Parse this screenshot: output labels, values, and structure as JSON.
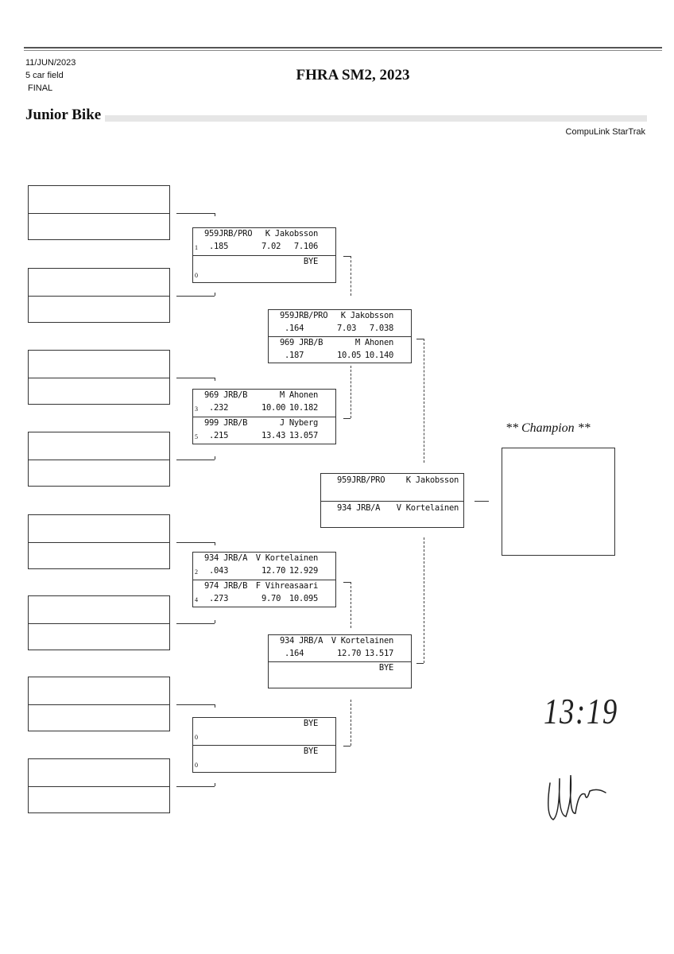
{
  "header": {
    "date": "11/JUN/2023",
    "field": "5 car field",
    "round": "FINAL",
    "event_title": "FHRA SM2, 2023",
    "class_name": "Junior Bike",
    "software": "CompuLink StarTrak"
  },
  "round2": [
    {
      "top": {
        "code": "959JRB/PRO",
        "name": "K Jakobsson",
        "seed": "1",
        "rt": ".185",
        "et": "7.02",
        "speed": "7.106"
      },
      "bottom": {
        "code": "",
        "name": "BYE",
        "seed": "0",
        "rt": "",
        "et": "",
        "speed": ""
      }
    },
    {
      "top": {
        "code": "969 JRB/B",
        "name": "M Ahonen",
        "seed": "3",
        "rt": ".232",
        "et": "10.00",
        "speed": "10.182"
      },
      "bottom": {
        "code": "999 JRB/B",
        "name": "J Nyberg",
        "seed": "5",
        "rt": ".215",
        "et": "13.43",
        "speed": "13.057"
      }
    },
    {
      "top": {
        "code": "934 JRB/A",
        "name": "V Kortelainen",
        "seed": "2",
        "rt": ".043",
        "et": "12.70",
        "speed": "12.929"
      },
      "bottom": {
        "code": "974 JRB/B",
        "name": "F Vihreasaari",
        "seed": "4",
        "rt": ".273",
        "et": "9.70",
        "speed": "10.095"
      }
    },
    {
      "top": {
        "code": "",
        "name": "BYE",
        "seed": "0",
        "rt": "",
        "et": "",
        "speed": ""
      },
      "bottom": {
        "code": "",
        "name": "BYE",
        "seed": "0",
        "rt": "",
        "et": "",
        "speed": ""
      }
    }
  ],
  "semifinals": [
    {
      "top": {
        "code": "959JRB/PRO",
        "name": "K Jakobsson",
        "rt": ".164",
        "et": "7.03",
        "speed": "7.038"
      },
      "bottom": {
        "code": "969 JRB/B",
        "name": "M Ahonen",
        "rt": ".187",
        "et": "10.05",
        "speed": "10.140"
      }
    },
    {
      "top": {
        "code": "934 JRB/A",
        "name": "V Kortelainen",
        "rt": ".164",
        "et": "12.70",
        "speed": "13.517"
      },
      "bottom": {
        "code": "",
        "name": "BYE",
        "rt": "",
        "et": "",
        "speed": ""
      }
    }
  ],
  "final": {
    "top": {
      "code": "959JRB/PRO",
      "name": "K Jakobsson"
    },
    "bottom": {
      "code": "934 JRB/A",
      "name": "V Kortelainen"
    }
  },
  "champion": {
    "label": "** Champion **"
  },
  "handwriting": {
    "time": "13:19"
  }
}
